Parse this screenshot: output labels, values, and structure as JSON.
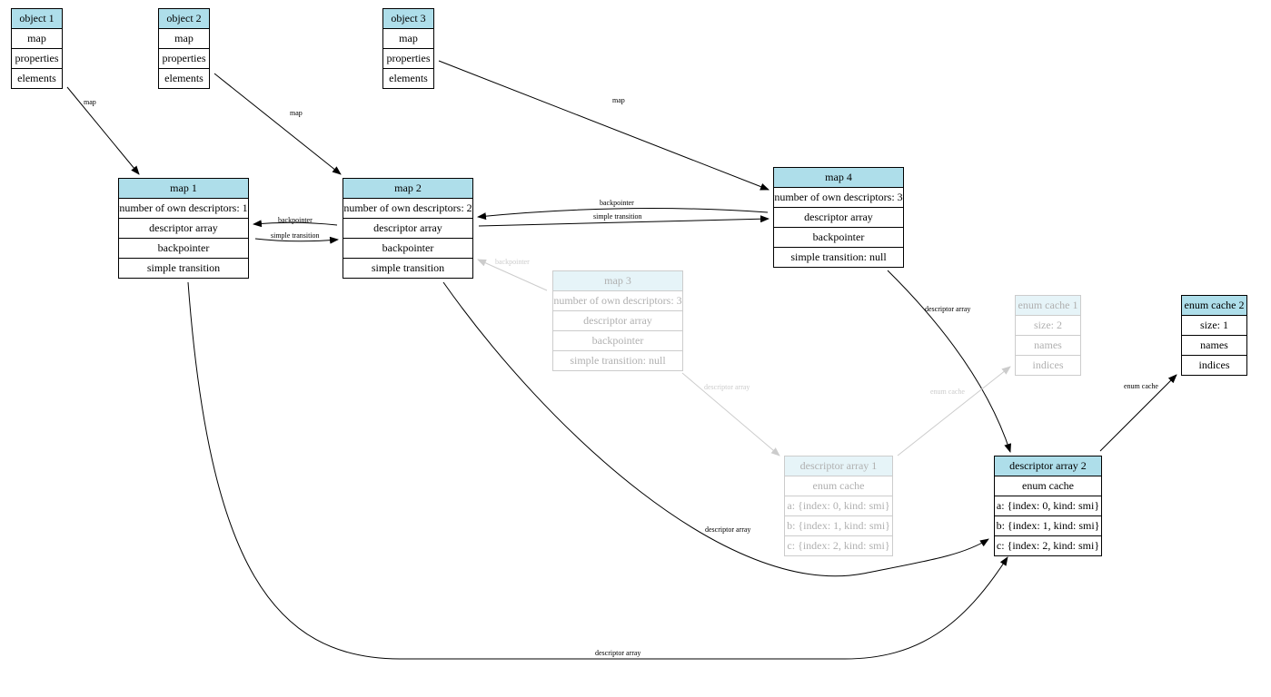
{
  "objects": {
    "object1": {
      "title": "object 1",
      "rows": [
        "map",
        "properties",
        "elements"
      ]
    },
    "object2": {
      "title": "object 2",
      "rows": [
        "map",
        "properties",
        "elements"
      ]
    },
    "object3": {
      "title": "object 3",
      "rows": [
        "map",
        "properties",
        "elements"
      ]
    }
  },
  "maps": {
    "map1": {
      "title": "map 1",
      "rows": [
        "number of own descriptors: 1",
        "descriptor array",
        "backpointer",
        "simple transition"
      ]
    },
    "map2": {
      "title": "map 2",
      "rows": [
        "number of own descriptors: 2",
        "descriptor array",
        "backpointer",
        "simple transition"
      ]
    },
    "map3": {
      "title": "map 3",
      "rows": [
        "number of own descriptors: 3",
        "descriptor array",
        "backpointer",
        "simple transition: null"
      ]
    },
    "map4": {
      "title": "map 4",
      "rows": [
        "number of own descriptors: 3",
        "descriptor array",
        "backpointer",
        "simple transition: null"
      ]
    }
  },
  "descriptor_arrays": {
    "da1": {
      "title": "descriptor array 1",
      "rows": [
        "enum cache",
        "a: {index: 0, kind: smi}",
        "b: {index: 1, kind: smi}",
        "c: {index: 2, kind: smi}"
      ]
    },
    "da2": {
      "title": "descriptor array 2",
      "rows": [
        "enum cache",
        "a: {index: 0, kind: smi}",
        "b: {index: 1, kind: smi}",
        "c: {index: 2, kind: smi}"
      ]
    }
  },
  "enum_caches": {
    "ec1": {
      "title": "enum cache 1",
      "rows": [
        "size: 2",
        "names",
        "indices"
      ]
    },
    "ec2": {
      "title": "enum cache 2",
      "rows": [
        "size: 1",
        "names",
        "indices"
      ]
    }
  },
  "edge_labels": {
    "obj1_map": "map",
    "obj2_map": "map",
    "obj3_map": "map",
    "map2_map1_backpointer": "backpointer",
    "map1_map2_transition": "simple transition",
    "map4_map2_backpointer": "backpointer",
    "map2_map4_transition": "simple transition",
    "map3_map2_backpointer": "backpointer",
    "map4_da2": "descriptor array",
    "map3_da1": "descriptor array",
    "map2_da2": "descriptor array",
    "map1_da2": "descriptor array",
    "da1_ec1": "enum cache",
    "da2_ec2": "enum cache"
  },
  "colors": {
    "header_fill": "#aedeea",
    "faded_header_fill": "#e6f4f8",
    "faded_stroke": "#cccccc",
    "faded_text": "#b0b0b0"
  }
}
